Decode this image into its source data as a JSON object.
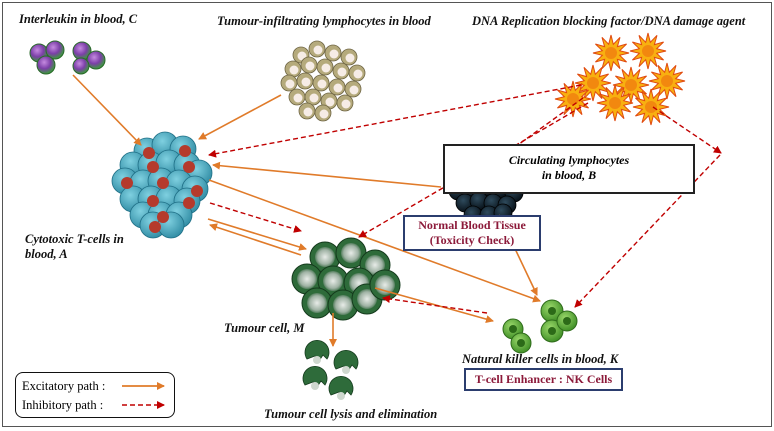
{
  "labels": {
    "interleukin": "Interleukin in blood, C",
    "til": "Tumour-infiltrating lymphocytes in blood",
    "dna": "DNA Replication blocking factor/DNA damage agent",
    "cytotoxic_line1": "Cytotoxic T-cells in",
    "cytotoxic_line2": "blood, A",
    "circulating_line1": "Circulating lymphocytes",
    "circulating_line2": "in blood, B",
    "normal_line1": "Normal Blood Tissue",
    "normal_line2": "(Toxicity Check)",
    "tumour": "Tumour cell, M",
    "nk": "Natural killer cells in blood, K",
    "nk_box": "T-cell Enhancer : NK Cells",
    "lysis": "Tumour cell lysis and elimination"
  },
  "legend": {
    "excitatory": "Excitatory path :",
    "inhibitory": "Inhibitory path :"
  },
  "colors": {
    "excitatory": "#e07b2a",
    "inhibitory": "#c00000",
    "interleukin": "#7c3fa8",
    "til": "#b5aa7c",
    "cytotoxic": "#4bb0c8",
    "cytotoxic_core": "#b53a2c",
    "circulating": "#0b1e2a",
    "tumour": "#2e6b3a",
    "nk": "#5fae3a",
    "damage": "#f07810"
  }
}
